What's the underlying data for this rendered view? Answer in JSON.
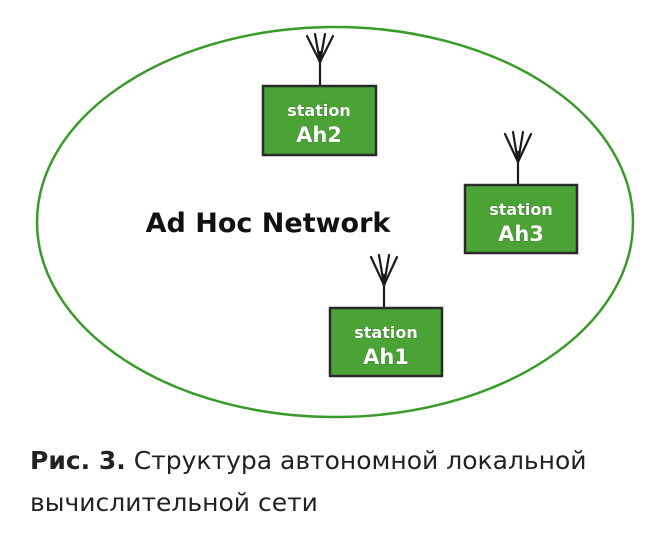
{
  "network": {
    "label": "Ad Hoc Network"
  },
  "stations": [
    {
      "line1": "station",
      "line2": "Ah2"
    },
    {
      "line1": "station",
      "line2": "Ah3"
    },
    {
      "line1": "station",
      "line2": "Ah1"
    }
  ],
  "caption": {
    "prefix": "Рис. 3.",
    "text": "Структура автономной локальной вычислительной сети"
  },
  "colors": {
    "ellipse_stroke": "#3a9a2a",
    "station_fill": "#4ba336",
    "station_border": "#2a2a2a",
    "antenna": "#1a1a1a"
  }
}
